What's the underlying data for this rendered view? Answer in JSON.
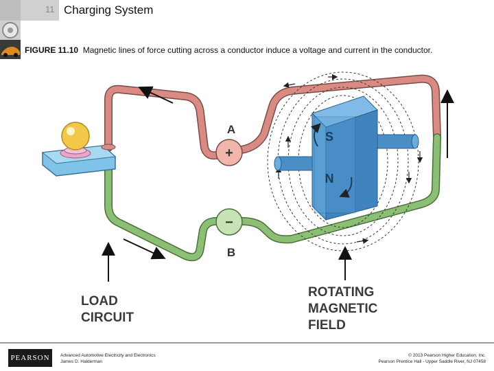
{
  "header": {
    "slide_number": "11",
    "title": "Charging System"
  },
  "caption": {
    "figure_label": "FIGURE 11.10",
    "text": "Magnetic lines of force cutting across a conductor induce a voltage and current in the conductor."
  },
  "diagram": {
    "terminal_a": "A",
    "terminal_b": "B",
    "plus_sign": "+",
    "minus_sign": "−",
    "pole_s": "S",
    "pole_n": "N",
    "load_circuit_line1": "LOAD",
    "load_circuit_line2": "CIRCUIT",
    "field_line1": "ROTATING",
    "field_line2": "MAGNETIC",
    "field_line3": "FIELD",
    "colors": {
      "positive_wire": "#d98b83",
      "negative_wire": "#8bbf73",
      "magnet": "#5a9fd4",
      "bulb": "#f2c84b",
      "base": "#7fc3e8"
    }
  },
  "footer": {
    "logo": "PEARSON",
    "book_title": "Advanced Automotive Electricity and Electronics",
    "author": "James D. Halderman",
    "copyright": "© 2013 Pearson Higher Education, Inc.",
    "publisher": "Pearson Prentice Hall - Upper Saddle River, NJ 07458"
  }
}
